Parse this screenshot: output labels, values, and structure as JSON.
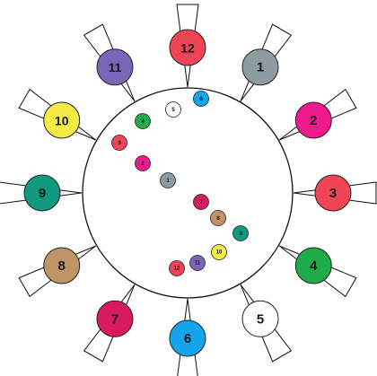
{
  "outer_balls": [
    {
      "label": "12",
      "color": "#ef4356",
      "text_color": "#1a1a1a"
    },
    {
      "label": "1",
      "color": "#8e9ba1",
      "text_color": "#1a1a1a"
    },
    {
      "label": "2",
      "color": "#ee1a8d",
      "text_color": "#1a1a1a"
    },
    {
      "label": "3",
      "color": "#ef4356",
      "text_color": "#1a1a1a"
    },
    {
      "label": "4",
      "color": "#1eab4a",
      "text_color": "#1a1a1a"
    },
    {
      "label": "5",
      "color": "#ffffff",
      "text_color": "#1a1a1a"
    },
    {
      "label": "6",
      "color": "#13a6ec",
      "text_color": "#1a1a1a"
    },
    {
      "label": "7",
      "color": "#d81b60",
      "text_color": "#1a1a1a"
    },
    {
      "label": "8",
      "color": "#c09466",
      "text_color": "#1a1a1a"
    },
    {
      "label": "9",
      "color": "#0f9a7f",
      "text_color": "#1a1a1a"
    },
    {
      "label": "10",
      "color": "#f3ec47",
      "text_color": "#1a1a1a"
    },
    {
      "label": "11",
      "color": "#7a66b8",
      "text_color": "#1a1a1a"
    }
  ],
  "inner_balls": [
    {
      "label": "6",
      "color": "#13a6ec"
    },
    {
      "label": "5",
      "color": "#ffffff"
    },
    {
      "label": "4",
      "color": "#1eab4a"
    },
    {
      "label": "3",
      "color": "#ef4356"
    },
    {
      "label": "2",
      "color": "#ee1a8d"
    },
    {
      "label": "1",
      "color": "#8e9ba1"
    },
    {
      "label": "7",
      "color": "#d81b60"
    },
    {
      "label": "8",
      "color": "#c09466"
    },
    {
      "label": "9",
      "color": "#0f9a7f"
    },
    {
      "label": "10",
      "color": "#f3ec47"
    },
    {
      "label": "11",
      "color": "#7a66b8"
    },
    {
      "label": "12",
      "color": "#ef4356"
    }
  ]
}
